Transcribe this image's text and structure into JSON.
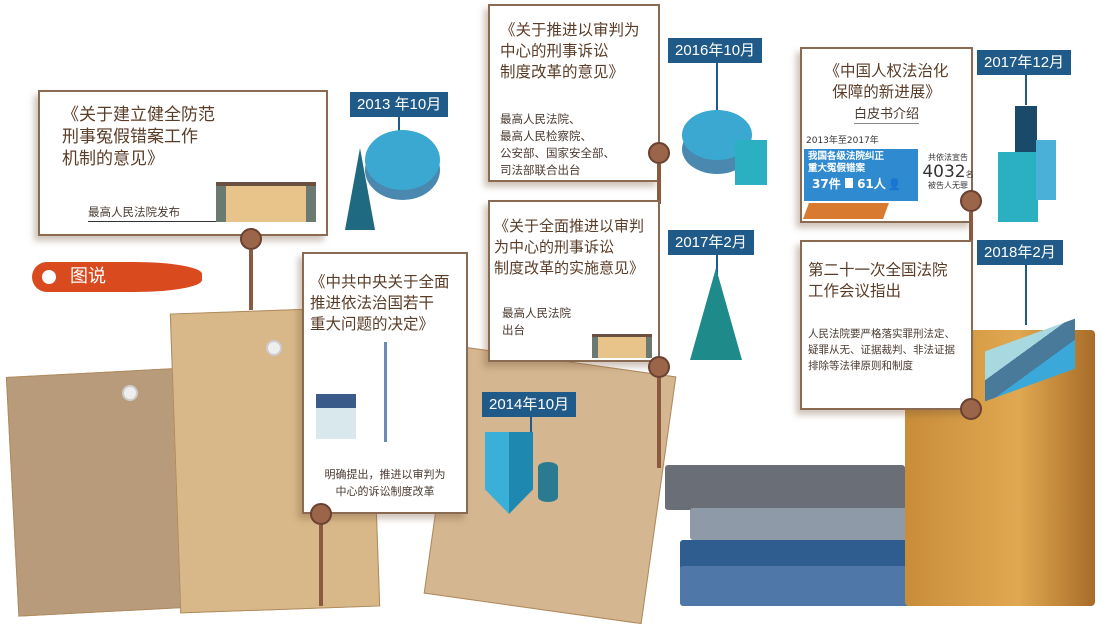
{
  "badge": {
    "label": "图说"
  },
  "events": [
    {
      "date": "2013 年10月",
      "title": "《关于建立健全防范\n 刑事冤假错案工作\n 机制的意见》",
      "note": "最高人民法院发布"
    },
    {
      "date": "2014年10月",
      "title": "《中共中央关于全面\n 推进依法治国若干\n 重大问题的决定》",
      "note": "明确提出，推进以审判为\n中心的诉讼制度改革"
    },
    {
      "date": "2016年10月",
      "title": "《关于推进以审判为\n 中心的刑事诉讼\n 制度改革的意见》",
      "note": "最高人民法院、\n最高人民检察院、\n公安部、国家安全部、\n司法部联合出台"
    },
    {
      "date": "2017年2月",
      "title": "《关于全面推进以审判\n 为中心的刑事诉讼\n 制度改革的实施意见》",
      "note": "最高人民法院\n出台"
    },
    {
      "date": "2017年12月",
      "title": "《中国人权法治化\n 保障的新进展》",
      "subtitle": "白皮书介绍",
      "period": "2013年至2017年",
      "highlight": "我国各级法院纠正\n重大冤假错案",
      "cases": "37件",
      "people": "61人",
      "acquit_pre": "共依法宣告",
      "acquit_num": "4032",
      "acquit_unit": "名",
      "acquit_post": "被告人无罪"
    },
    {
      "date": "2018年2月",
      "title": "第二十一次全国法院\n工作会议指出",
      "note": "人民法院要严格落实罪刑法定、\n疑罪从无、证据裁判、非法证据\n排除等法律原则和制度"
    }
  ],
  "colors": {
    "accent": "#1f5a88",
    "badge": "#d94a1e",
    "pin": "#9a6548"
  }
}
